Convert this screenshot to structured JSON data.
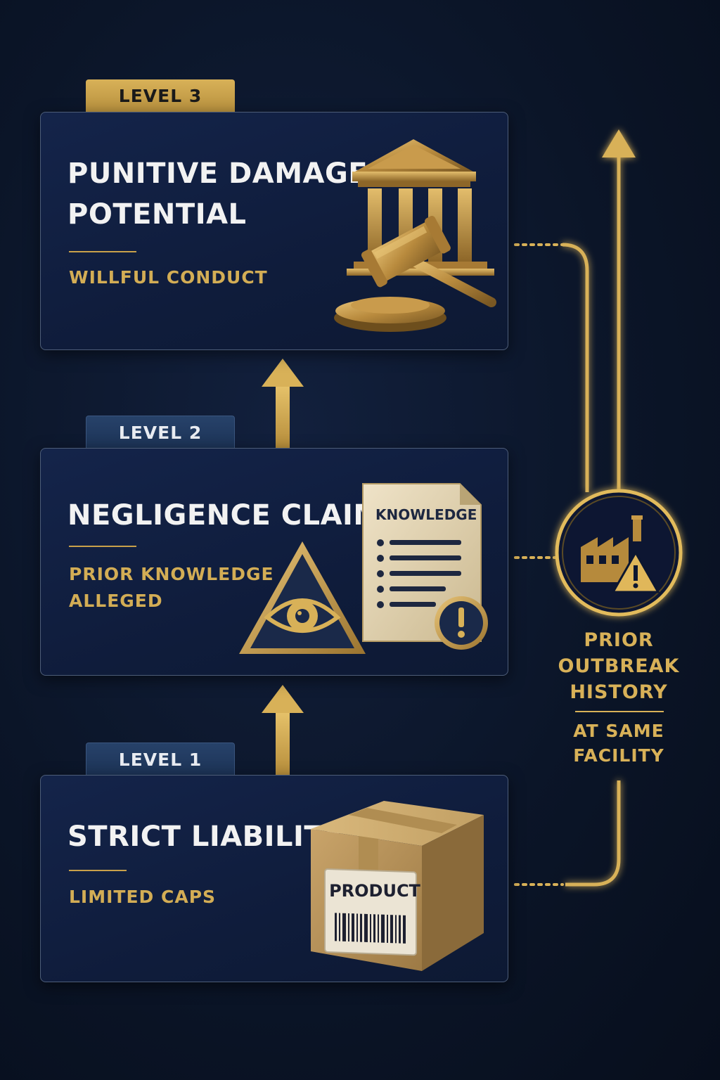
{
  "levels": [
    {
      "tab": "LEVEL 3",
      "title_line1": "PUNITIVE DAMAGES",
      "title_line2": "POTENTIAL",
      "subtitle": "WILLFUL CONDUCT",
      "icon": "courthouse-gavel-icon"
    },
    {
      "tab": "LEVEL 2",
      "title_line1": "NEGLIGENCE CLAIM",
      "subtitle_line1": "PRIOR KNOWLEDGE",
      "subtitle_line2": "ALLEGED",
      "icon": "eye-warning-document-icon",
      "document_label": "KNOWLEDGE"
    },
    {
      "tab": "LEVEL 1",
      "title_line1": "STRICT LIABILITY",
      "subtitle": "LIMITED CAPS",
      "icon": "product-box-icon",
      "box_label": "PRODUCT"
    }
  ],
  "factor": {
    "icon": "factory-warning-icon",
    "label_line1": "PRIOR",
    "label_line2": "OUTBREAK",
    "label_line3": "HISTORY",
    "detail_line1": "AT SAME",
    "detail_line2": "FACILITY"
  },
  "colors": {
    "background": "#0b1528",
    "card": "#12214a",
    "gold": "#d8b158",
    "tab_blue": "#1f385c"
  }
}
